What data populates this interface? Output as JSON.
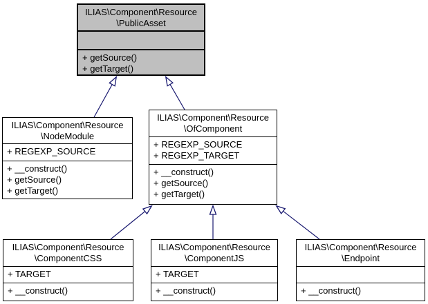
{
  "diagram": {
    "colors": {
      "background": "#ffffff",
      "node_fill": "#ffffff",
      "highlight_fill": "#bfbfbf",
      "border": "#000000",
      "edge": "#191970",
      "text": "#000000"
    },
    "classes": [
      {
        "id": "PublicAsset",
        "name_lines": [
          "ILIAS\\Component\\Resource",
          "\\PublicAsset"
        ],
        "attributes": [],
        "methods": [
          "+ getSource()",
          "+ getTarget()"
        ],
        "highlighted": true
      },
      {
        "id": "NodeModule",
        "name_lines": [
          "ILIAS\\Component\\Resource",
          "\\NodeModule"
        ],
        "attributes": [
          "+ REGEXP_SOURCE"
        ],
        "methods": [
          "+ __construct()",
          "+ getSource()",
          "+ getTarget()"
        ],
        "highlighted": false
      },
      {
        "id": "OfComponent",
        "name_lines": [
          "ILIAS\\Component\\Resource",
          "\\OfComponent"
        ],
        "attributes": [
          "+ REGEXP_SOURCE",
          "+ REGEXP_TARGET"
        ],
        "methods": [
          "+ __construct()",
          "+ getSource()",
          "+ getTarget()"
        ],
        "highlighted": false
      },
      {
        "id": "ComponentCSS",
        "name_lines": [
          "ILIAS\\Component\\Resource",
          "\\ComponentCSS"
        ],
        "attributes": [
          "+ TARGET"
        ],
        "methods": [
          "+ __construct()"
        ],
        "highlighted": false
      },
      {
        "id": "ComponentJS",
        "name_lines": [
          "ILIAS\\Component\\Resource",
          "\\ComponentJS"
        ],
        "attributes": [
          "+ TARGET"
        ],
        "methods": [
          "+ __construct()"
        ],
        "highlighted": false
      },
      {
        "id": "Endpoint",
        "name_lines": [
          "ILIAS\\Component\\Resource",
          "\\Endpoint"
        ],
        "attributes": [],
        "methods": [
          "+ __construct()"
        ],
        "highlighted": false
      }
    ],
    "edges": [
      {
        "from": "NodeModule",
        "to": "PublicAsset",
        "relation": "inherits"
      },
      {
        "from": "OfComponent",
        "to": "PublicAsset",
        "relation": "inherits"
      },
      {
        "from": "ComponentCSS",
        "to": "OfComponent",
        "relation": "inherits"
      },
      {
        "from": "ComponentJS",
        "to": "OfComponent",
        "relation": "inherits"
      },
      {
        "from": "Endpoint",
        "to": "OfComponent",
        "relation": "inherits"
      }
    ]
  }
}
